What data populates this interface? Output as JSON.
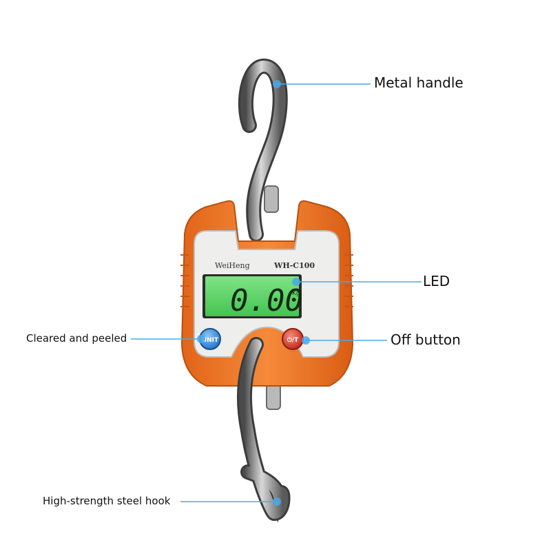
{
  "product": {
    "brand": "WeiHeng",
    "model": "WH-C100",
    "display_reading": "0.00",
    "display_unit": "Kg",
    "unit_button_label": "UNIT",
    "power_button_label": "⏻/T",
    "colors": {
      "body": "#f07a2c",
      "faceplate": "#eeeeec",
      "lcd": "#5fd06a",
      "steel": "#8c8c8c",
      "unit_button": "#2f8fe0",
      "power_button": "#e23b2a",
      "callout_line": "#4aa8e8"
    }
  },
  "callouts": {
    "metal_handle": "Metal handle",
    "led": "LED",
    "cleared_and_peeled": "Cleared and peeled",
    "off_button": "Off button",
    "steel_hook": "High-strength steel hook"
  }
}
